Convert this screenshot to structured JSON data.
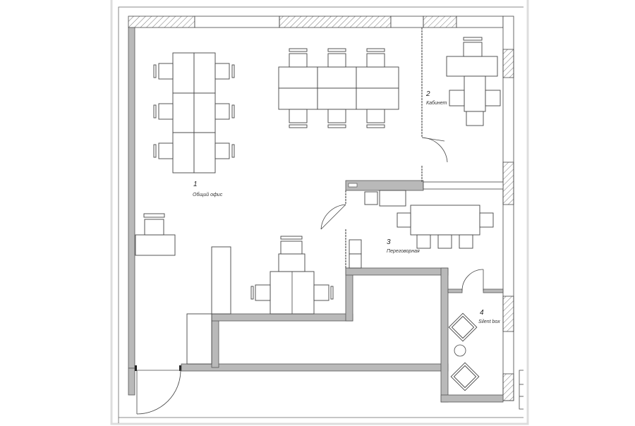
{
  "rooms": [
    {
      "number": "1",
      "name": "Общий офис"
    },
    {
      "number": "2",
      "name": "Кабинет"
    },
    {
      "number": "3",
      "name": "Переговорная"
    },
    {
      "number": "4",
      "name": "Silent box"
    }
  ],
  "colors": {
    "wall": "#b9b9b9",
    "line": "#444444",
    "frame": "#dddddd"
  }
}
